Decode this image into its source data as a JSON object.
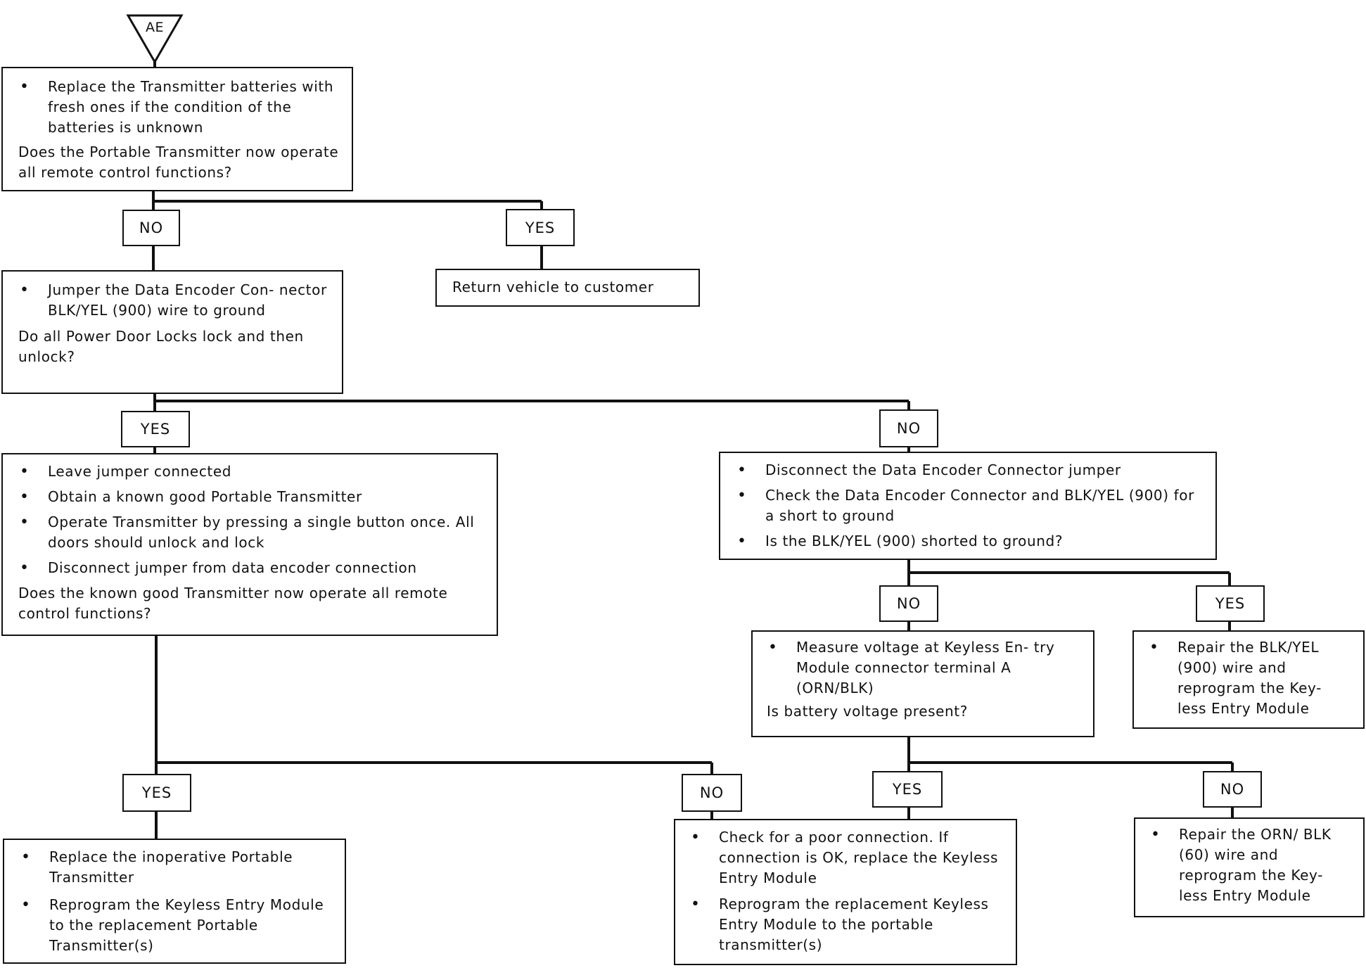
{
  "start": {
    "label": "AE"
  },
  "step1": {
    "bullets": [
      "Replace the Transmitter batteries with fresh ones if the condition of the batteries is unknown"
    ],
    "question": "Does the Portable Transmitter now operate all remote control functions?"
  },
  "step1_no": "NO",
  "step1_yes": "YES",
  "return_box": "Return vehicle to customer",
  "step2": {
    "bullets": [
      "Jumper the Data Encoder Con- nector BLK/YEL (900) wire to ground"
    ],
    "question": "Do all Power Door Locks lock and then unlock?"
  },
  "step2_yes": "YES",
  "step2_no": "NO",
  "step3": {
    "bullets": [
      "Leave jumper connected",
      "Obtain a known good Portable Transmitter",
      "Operate Transmitter by pressing a single button once. All doors should unlock and lock",
      "Disconnect jumper from data encoder connection"
    ],
    "question": "Does the known good Transmitter now operate all remote control functions?"
  },
  "step4": {
    "bullets": [
      "Disconnect the Data Encoder Connector jumper",
      "Check the Data Encoder Connector and BLK/YEL (900) for a short to ground",
      "Is the BLK/YEL (900) shorted to ground?"
    ]
  },
  "step4_no": "NO",
  "step4_yes": "YES",
  "step5": {
    "bullets": [
      "Measure voltage at Keyless En- try Module connector terminal A (ORN/BLK)"
    ],
    "question": "Is battery voltage present?"
  },
  "repair_blk": {
    "bullets": [
      "Repair the BLK/YEL (900) wire and reprogram the Key- less Entry Module"
    ]
  },
  "step3_yes": "YES",
  "step3_no": "NO",
  "step5_yes": "YES",
  "step5_no": "NO",
  "replace_transmitter": {
    "bullets": [
      "Replace the inoperative Portable Transmitter",
      "Reprogram the Keyless Entry Module to the replacement Portable Transmitter(s)"
    ]
  },
  "check_connection": {
    "bullets": [
      "Check for a poor connection. If connection is OK, replace the Keyless Entry Module",
      "Reprogram the replacement Keyless Entry Module to the portable transmitter(s)"
    ]
  },
  "repair_orn": {
    "bullets": [
      "Repair the ORN/ BLK (60) wire and reprogram the Key- less Entry Module"
    ]
  }
}
